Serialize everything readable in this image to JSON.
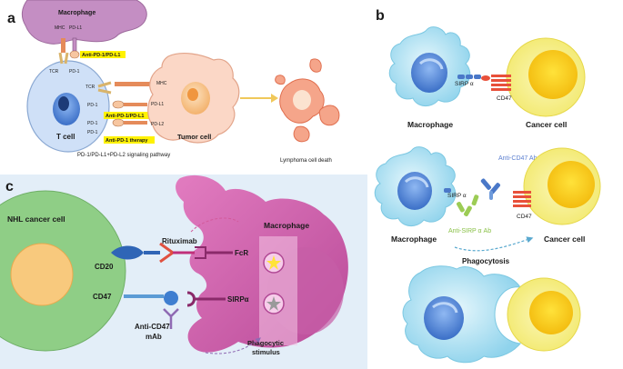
{
  "panel_a": {
    "letter": "a",
    "macrophage": "Macrophage",
    "mhc_top": "MHC",
    "pdl1_top": "PD-L1",
    "anti_pd1_pdl1_top": "Anti-PD-1/PD-L1",
    "tcr_left": "TCR",
    "tcr_right": "TCR",
    "pd1_top": "PD-1",
    "pd1_mid1": "PD-1",
    "pd1_mid2": "PD-1",
    "pd1_low": "PD-1",
    "mhc_tumor": "MHC",
    "pdl1_tumor": "PD-L1",
    "pdl2_tumor": "PD-L2",
    "anti_pd1_pdl1_mid": "Anti-PD-1/PD-L1",
    "anti_pd1_therapy": "Anti-PD-1 therapy",
    "t_cell": "T cell",
    "tumor_cell": "Tumor cell",
    "caption": "PD-1/PD-L1+PD-L2 signaling pathway",
    "death": "Lymphoma cell death"
  },
  "panel_b": {
    "letter": "b",
    "sirpa_top": "SIRP α",
    "cd47_top": "CD47",
    "macrophage_top": "Macrophage",
    "cancer_top": "Cancer cell",
    "anti_cd47": "Anti-CD47 Ab",
    "sirpa_mid": "SIRP α",
    "cd47_mid": "CD47",
    "anti_sirpa": "Anti-SIRP α Ab",
    "macrophage_mid": "Macrophage",
    "cancer_mid": "Cancer cell",
    "phagocytosis": "Phagocytosis"
  },
  "panel_c": {
    "letter": "c",
    "nhl": "NHL cancer cell",
    "macrophage": "Macrophage",
    "rituximab": "Rituximab",
    "cd20": "CD20",
    "fcr": "FcR",
    "cd47": "CD47",
    "sirpa": "SIRPα",
    "anti_cd47_1": "Anti-CD47",
    "anti_cd47_2": "mAb",
    "phago_1": "Phagocytic",
    "phago_2": "stimulus"
  },
  "colors": {
    "macrophage_purple": "#c48ec3",
    "t_cell_blue": "#cfe0f7",
    "tumor_peach": "#fbd7c6",
    "highlight_yellow": "#fff200",
    "macrophage_cyan": "#bfe8f5",
    "cancer_yellow": "#f7f08a",
    "nhl_green": "#8fce86",
    "panel_c_bg": "#dbeaf6",
    "macrophage_pink": "#d66cb4"
  }
}
